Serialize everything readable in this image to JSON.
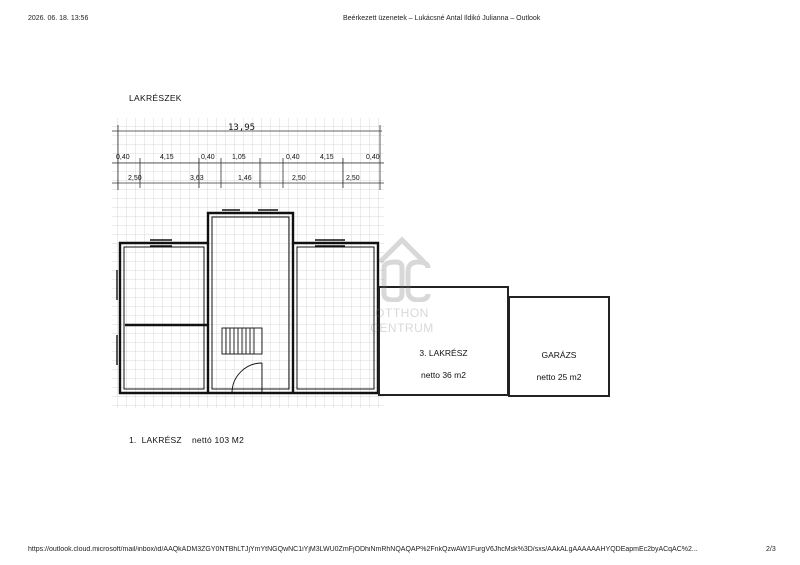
{
  "header": {
    "datetime": "2026. 06. 18. 13:56",
    "window_title": "Beérkezett üzenetek – Lukácsné Antal Ildikó Julianna – Outlook"
  },
  "plan": {
    "title": "LAKRÉSZEK",
    "dimensions": {
      "total": "13,95",
      "row1": [
        "0,40",
        "4,15",
        "0,40",
        "1,05",
        "0,40",
        "4,15",
        "0,40"
      ],
      "row2": [
        "2,50",
        "3,63",
        "1,46",
        "2,50",
        "2,50"
      ]
    },
    "rooms": [
      {
        "name": "3. LAKRÉSZ",
        "area": "netto 36 m2"
      },
      {
        "name": "GARÁZS",
        "area": "netto 25 m2"
      }
    ],
    "caption": "1.  LAKRÉSZ    nettó 103 M2"
  },
  "watermark": {
    "line1": "OTTHON",
    "line2": "CENTRUM"
  },
  "footer": {
    "url": "https://outlook.cloud.microsoft/mail/inbox/id/AAQkADM3ZGY0NTBhLTJjYmYtNGQwNC1iYjM3LWU0ZmFjODhiNmRhNQAQAP%2FnkQzwAW1FurgV6JhcMsk%3D/sxs/AAkALgAAAAAAHYQDEapmEc2byACqAC%2...",
    "page": "2/3"
  }
}
